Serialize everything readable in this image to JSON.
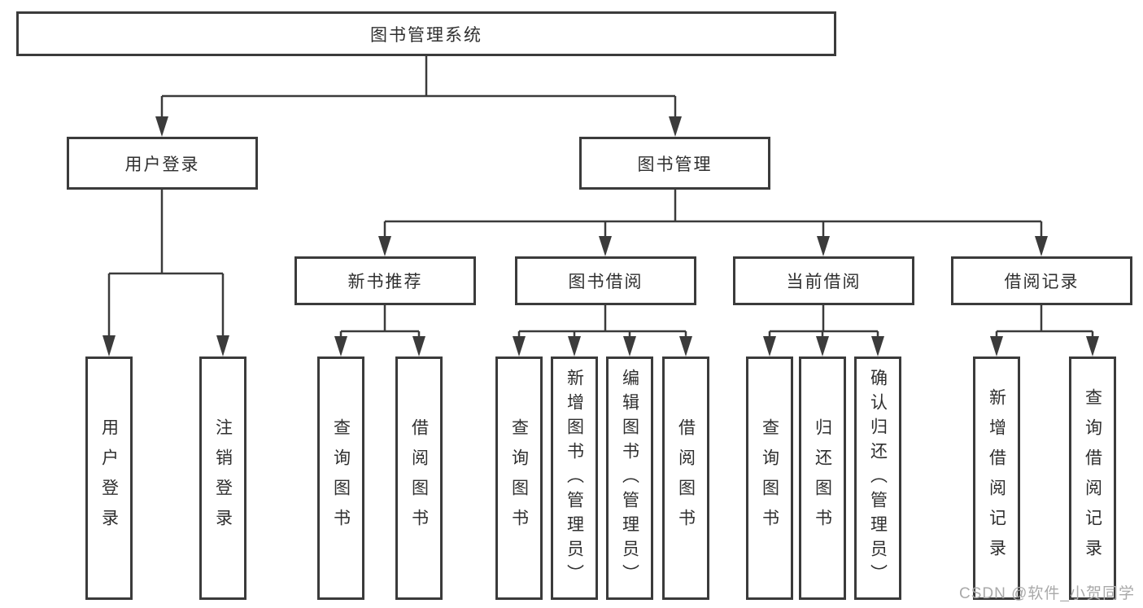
{
  "tree": {
    "root": {
      "label": "图书管理系统",
      "children": [
        {
          "label": "用户登录",
          "children": [
            {
              "label": "用户登录"
            },
            {
              "label": "注销登录"
            }
          ]
        },
        {
          "label": "图书管理",
          "children": [
            {
              "label": "新书推荐",
              "children": [
                {
                  "label": "查询图书"
                },
                {
                  "label": "借阅图书"
                }
              ]
            },
            {
              "label": "图书借阅",
              "children": [
                {
                  "label": "查询图书"
                },
                {
                  "label": "新增图书（管理员）"
                },
                {
                  "label": "编辑图书（管理员）"
                },
                {
                  "label": "借阅图书"
                }
              ]
            },
            {
              "label": "当前借阅",
              "children": [
                {
                  "label": "查询图书"
                },
                {
                  "label": "归还图书"
                },
                {
                  "label": "确认归还（管理员）"
                }
              ]
            },
            {
              "label": "借阅记录",
              "children": [
                {
                  "label": "新增借阅记录"
                },
                {
                  "label": "查询借阅记录"
                }
              ]
            }
          ]
        }
      ]
    }
  },
  "watermark": {
    "text": "CSDN @软件_小贺同学"
  },
  "colors": {
    "line": "#3b3b3b",
    "box_border": "#3b3b3b",
    "text": "#2f2f2f",
    "watermark": "#a9a9a9",
    "background": "#ffffff"
  }
}
